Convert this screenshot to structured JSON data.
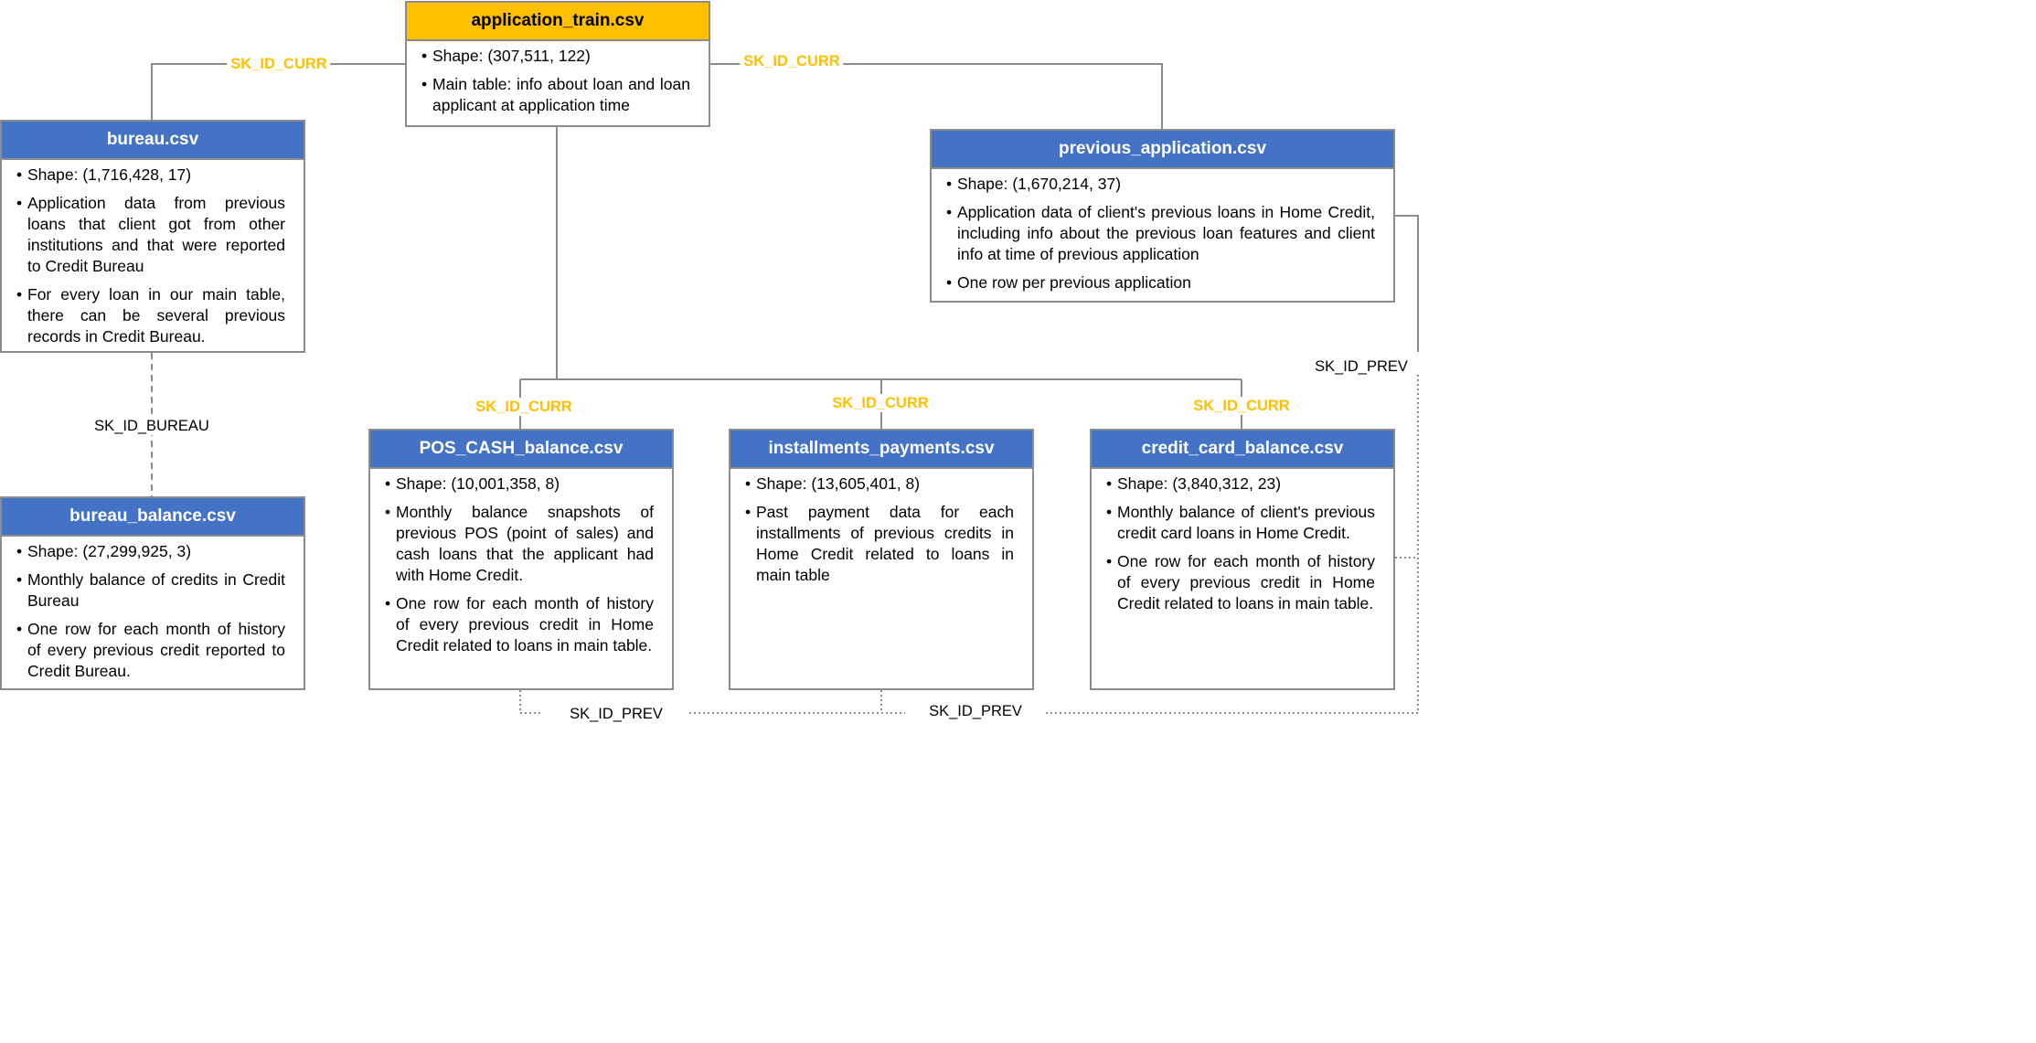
{
  "tables": {
    "application_train": {
      "title": "application_train.csv",
      "bullets": [
        "Shape: (307,511, 122)",
        "Main table: info about loan and loan applicant at application time"
      ]
    },
    "bureau": {
      "title": "bureau.csv",
      "bullets": [
        "Shape: (1,716,428, 17)",
        "Application data from previous loans that client got from other institutions and that were reported to Credit Bureau",
        "For every loan in our main table, there can be several previous records in Credit Bureau."
      ]
    },
    "bureau_balance": {
      "title": "bureau_balance.csv",
      "bullets": [
        "Shape: (27,299,925, 3)",
        "Monthly balance of credits in Credit Bureau",
        "One row for each month of history of every previous credit reported to Credit Bureau."
      ]
    },
    "previous_application": {
      "title": "previous_application.csv",
      "bullets": [
        "Shape: (1,670,214, 37)",
        "Application data of client's previous loans in Home Credit, including info about the previous loan features and client info at time of previous application",
        "One row per previous application"
      ]
    },
    "pos_cash_balance": {
      "title": "POS_CASH_balance.csv",
      "bullets": [
        "Shape: (10,001,358, 8)",
        "Monthly balance snapshots of previous POS (point of sales) and cash loans that the applicant had with Home Credit.",
        "One row for each month of history of every previous credit in Home Credit related to loans in main table."
      ]
    },
    "installments_payments": {
      "title": "installments_payments.csv",
      "bullets": [
        "Shape: (13,605,401, 8)",
        "Past payment data for each installments of previous credits in Home Credit related to loans in main table"
      ]
    },
    "credit_card_balance": {
      "title": "credit_card_balance.csv",
      "bullets": [
        "Shape: (3,840,312, 23)",
        "Monthly balance of client's previous credit card loans in Home Credit.",
        "One row for each month of history of every previous credit in Home Credit related to loans in main table."
      ]
    }
  },
  "keys": {
    "curr_bureau": "SK_ID_CURR",
    "curr_previous": "SK_ID_CURR",
    "curr_pos": "SK_ID_CURR",
    "curr_installments": "SK_ID_CURR",
    "curr_credit_card": "SK_ID_CURR",
    "bureau_id": "SK_ID_BUREAU",
    "prev_right": "SK_ID_PREV",
    "prev_bottom_left": "SK_ID_PREV",
    "prev_bottom_right": "SK_ID_PREV"
  },
  "colors": {
    "main_header": "#ffc000",
    "table_header": "#4472c4",
    "key_curr": "#ffc000",
    "line": "#8c8c8c"
  }
}
